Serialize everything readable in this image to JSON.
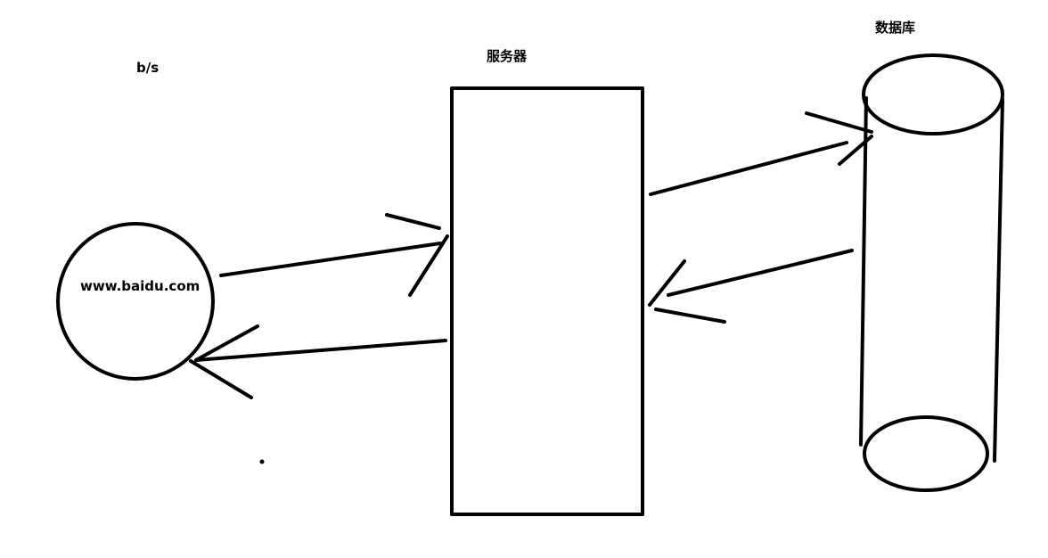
{
  "labels": {
    "architecture": "b/s",
    "server": "服务器",
    "database": "数据库",
    "client": "www.baidu.com"
  }
}
